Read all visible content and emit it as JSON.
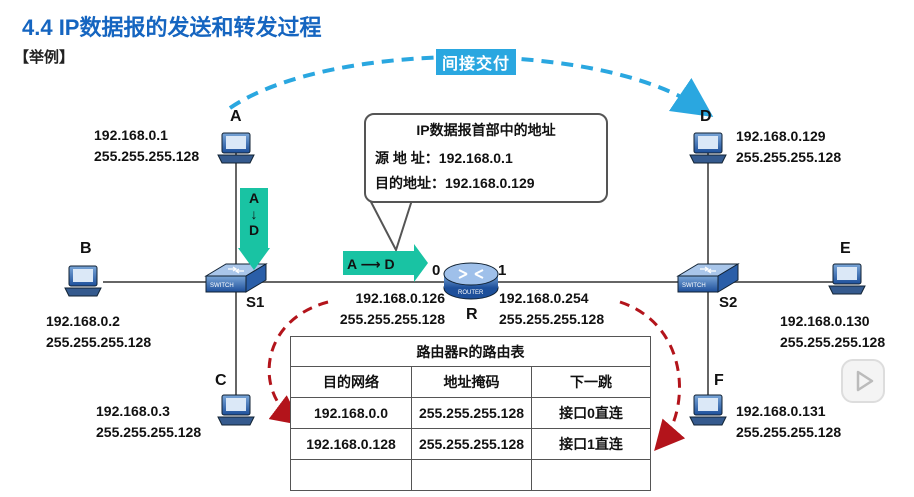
{
  "title": "4.4  IP数据报的发送和转发过程",
  "example_label": "【举例】",
  "indirect_delivery": "间接交付",
  "hosts": {
    "A": {
      "name": "A",
      "ip": "192.168.0.1",
      "mask": "255.255.255.128"
    },
    "B": {
      "name": "B",
      "ip": "192.168.0.2",
      "mask": "255.255.255.128"
    },
    "C": {
      "name": "C",
      "ip": "192.168.0.3",
      "mask": "255.255.255.128"
    },
    "D": {
      "name": "D",
      "ip": "192.168.0.129",
      "mask": "255.255.255.128"
    },
    "E": {
      "name": "E",
      "ip": "192.168.0.130",
      "mask": "255.255.255.128"
    },
    "F": {
      "name": "F",
      "ip": "192.168.0.131",
      "mask": "255.255.255.128"
    }
  },
  "switches": {
    "s1": "S1",
    "s2": "S2",
    "device_text": "SWITCH"
  },
  "router": {
    "name": "R",
    "device_text": "ROUTER",
    "port0": {
      "num": "0",
      "ip": "192.168.0.126",
      "mask": "255.255.255.128"
    },
    "port1": {
      "num": "1",
      "ip": "192.168.0.254",
      "mask": "255.255.255.128"
    }
  },
  "callout": {
    "title": "IP数据报首部中的地址",
    "src": "源 地 址：192.168.0.1",
    "dst": "目的地址：192.168.0.129"
  },
  "arrow_vertical": {
    "from": "A",
    "to": "D"
  },
  "arrow_horizontal": {
    "text": "A ⟶ D"
  },
  "routing_table": {
    "caption": "路由器R的路由表",
    "headers": [
      "目的网络",
      "地址掩码",
      "下一跳"
    ],
    "rows": [
      [
        "192.168.0.0",
        "255.255.255.128",
        "接口0直连"
      ],
      [
        "192.168.0.128",
        "255.255.255.128",
        "接口1直连"
      ],
      [
        "",
        "",
        ""
      ]
    ]
  },
  "colors": {
    "title": "#1565c0",
    "dashed_blue": "#2aa7e0",
    "dashed_red": "#b3141b",
    "teal_arrow": "#19c3a3"
  },
  "icons": {
    "host": "computer-icon",
    "switch": "switch-icon",
    "router": "router-icon",
    "play": "play-icon"
  }
}
